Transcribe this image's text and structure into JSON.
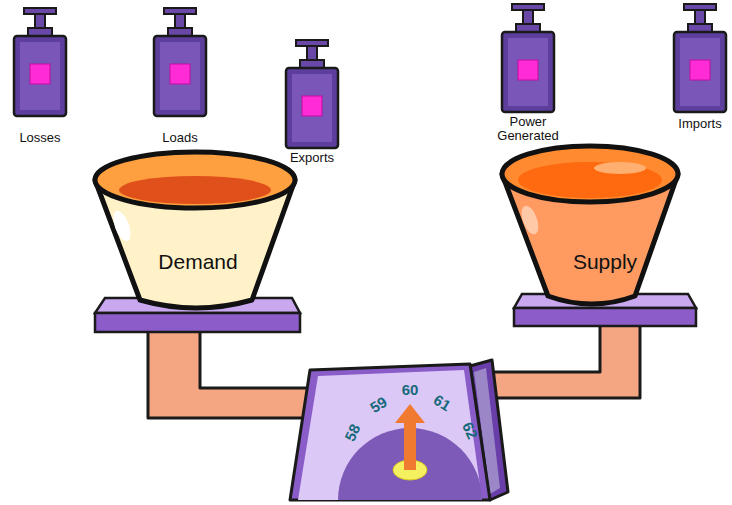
{
  "diagram": {
    "nodes": [
      {
        "text": [
          "Losses"
        ]
      },
      {
        "text": [
          "Loads"
        ]
      },
      {
        "text": [
          "Exports"
        ]
      },
      {
        "text": [
          "Power Generated"
        ]
      },
      {
        "text": [
          "Imports"
        ]
      },
      {
        "text": [
          "Demand"
        ]
      },
      {
        "text": [
          "Supply"
        ]
      }
    ],
    "labels": [
      "58",
      "59",
      "60",
      "61",
      "62"
    ]
  }
}
